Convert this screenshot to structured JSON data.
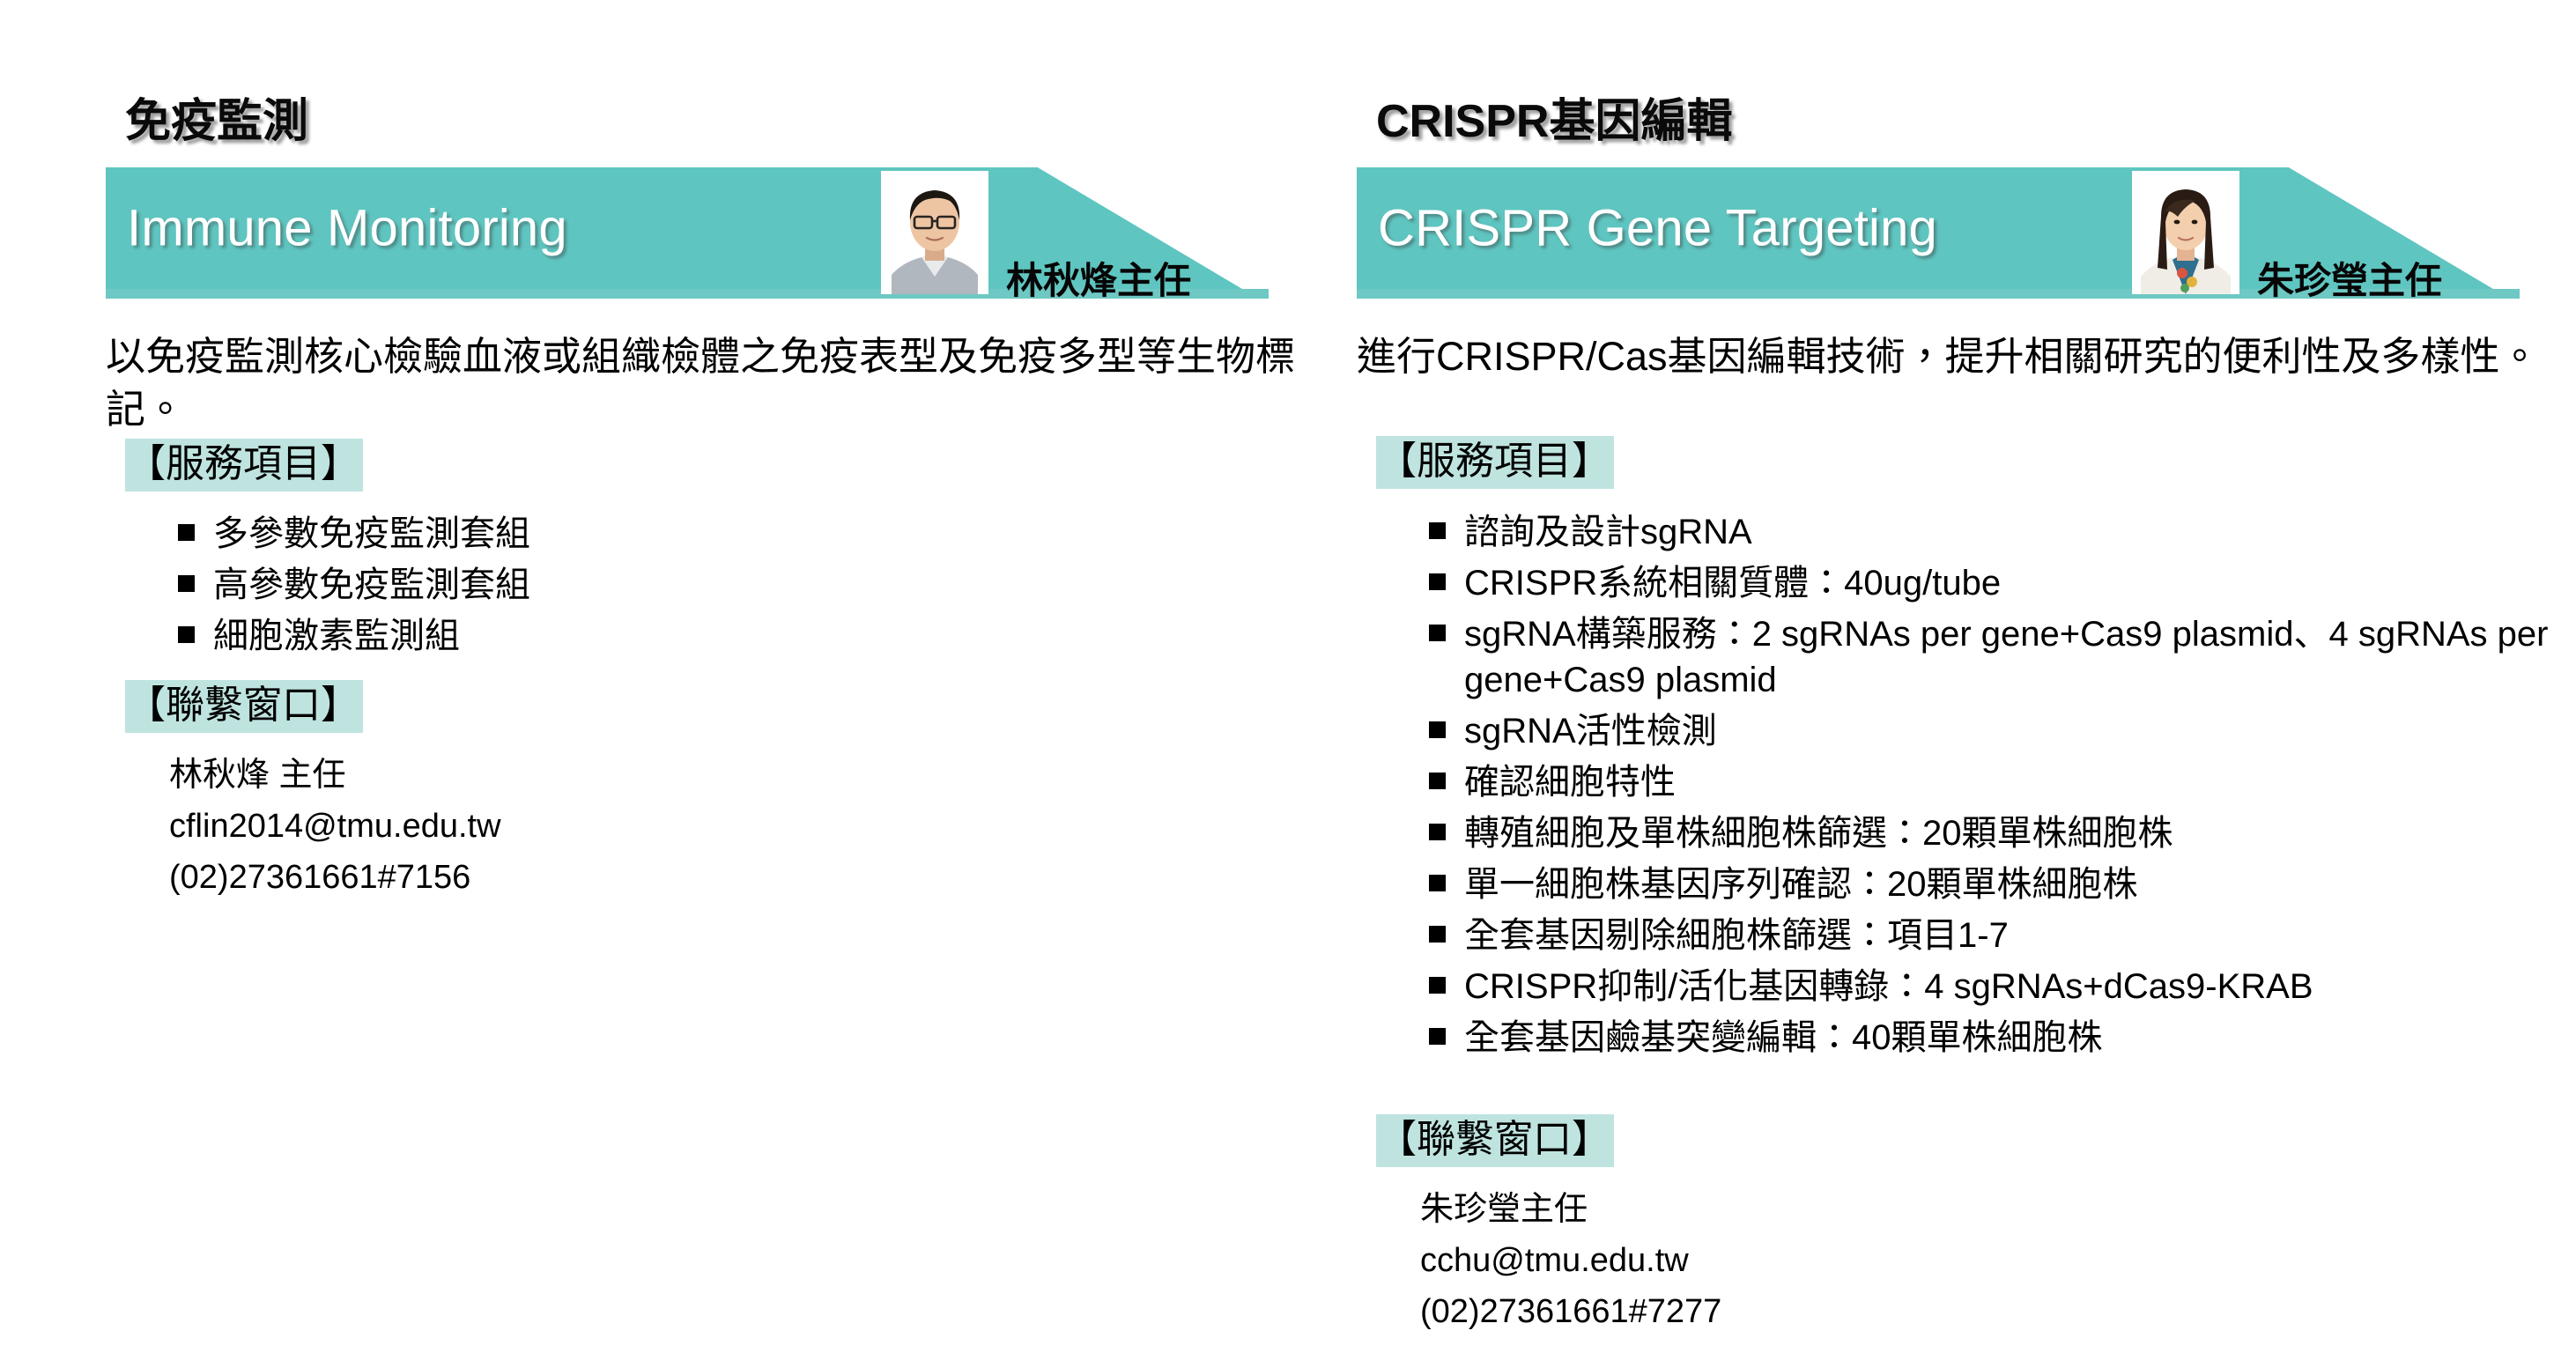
{
  "theme": {
    "banner_teal": "#5fc5c0",
    "underline_teal": "#6ec8c3",
    "tag_highlight": "#bfe4e0",
    "text_black": "#000000",
    "banner_text": "#ffffff"
  },
  "columns": [
    {
      "id": "immune-monitoring",
      "section_title": "免疫監測",
      "banner_title_en": "Immune Monitoring",
      "person_name": "林秋烽主任",
      "portrait_alt": "林秋烽主任照片",
      "intro": "以免疫監測核心檢驗血液或組織檢體之免疫表型及免疫多型等生物標記。",
      "services_tag": "【服務項目】",
      "services": [
        "多參數免疫監測套組",
        "高參數免疫監測套組",
        "細胞激素監測組"
      ],
      "contact_tag": "【聯繫窗口】",
      "contact": [
        "林秋烽 主任",
        "cflin2014@tmu.edu.tw",
        "(02)27361661#7156"
      ]
    },
    {
      "id": "crispr-gene-targeting",
      "section_title": "CRISPR基因編輯",
      "banner_title_en": "CRISPR Gene Targeting",
      "person_name": "朱珍瑩主任",
      "portrait_alt": "朱珍瑩主任照片",
      "intro": "進行CRISPR/Cas基因編輯技術，提升相關研究的便利性及多樣性。",
      "services_tag": "【服務項目】",
      "services": [
        "諮詢及設計sgRNA",
        "CRISPR系統相關質體：40ug/tube",
        "sgRNA構築服務：2 sgRNAs per gene+Cas9 plasmid、4 sgRNAs per gene+Cas9 plasmid",
        "sgRNA活性檢測",
        "確認細胞特性",
        "轉殖細胞及單株細胞株篩選：20顆單株細胞株",
        "單一細胞株基因序列確認：20顆單株細胞株",
        "全套基因剔除細胞株篩選：項目1-7",
        "CRISPR抑制/活化基因轉錄：4 sgRNAs+dCas9-KRAB",
        "全套基因鹼基突變編輯：40顆單株細胞株"
      ],
      "contact_tag": "【聯繫窗口】",
      "contact": [
        "朱珍瑩主任",
        "cchu@tmu.edu.tw",
        "(02)27361661#7277"
      ]
    }
  ]
}
